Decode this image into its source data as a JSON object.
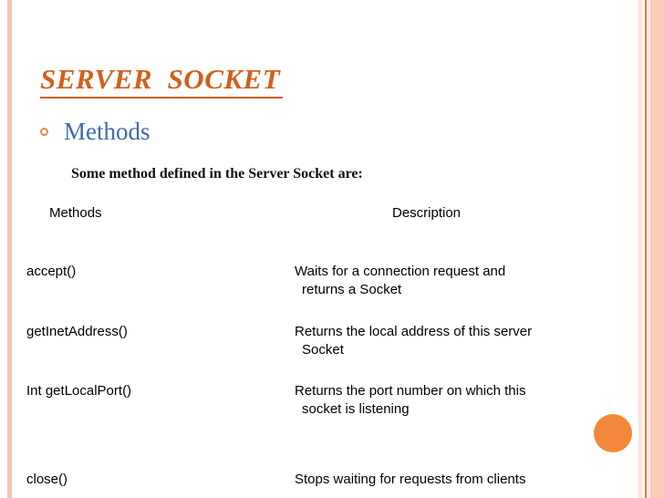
{
  "slide": {
    "title": "SERVER  SOCKET",
    "accent_color": "#d2601a",
    "bullet_color": "#e58a4a",
    "heading_color": "#3f6bab",
    "dot_color": "#f4883a",
    "stripe_color": "#fbcdb7",
    "bullet_heading": "Methods",
    "intro_text": "Some method defined in the Server Socket are:"
  },
  "table": {
    "headers": {
      "methods": "Methods",
      "description": "Description"
    },
    "rows": [
      {
        "method": "accept()",
        "description_line1": "Waits for a connection request and",
        "description_line2": "returns a Socket"
      },
      {
        "method": "getInetAddress()",
        "description_line1": "Returns the local address of this server",
        "description_line2": "Socket"
      },
      {
        "method": "Int getLocalPort()",
        "description_line1": "Returns the port number on which this",
        "description_line2": "socket is listening"
      },
      {
        "method": "close()",
        "description_line1": "Stops waiting for requests from clients",
        "description_line2": ""
      }
    ]
  }
}
